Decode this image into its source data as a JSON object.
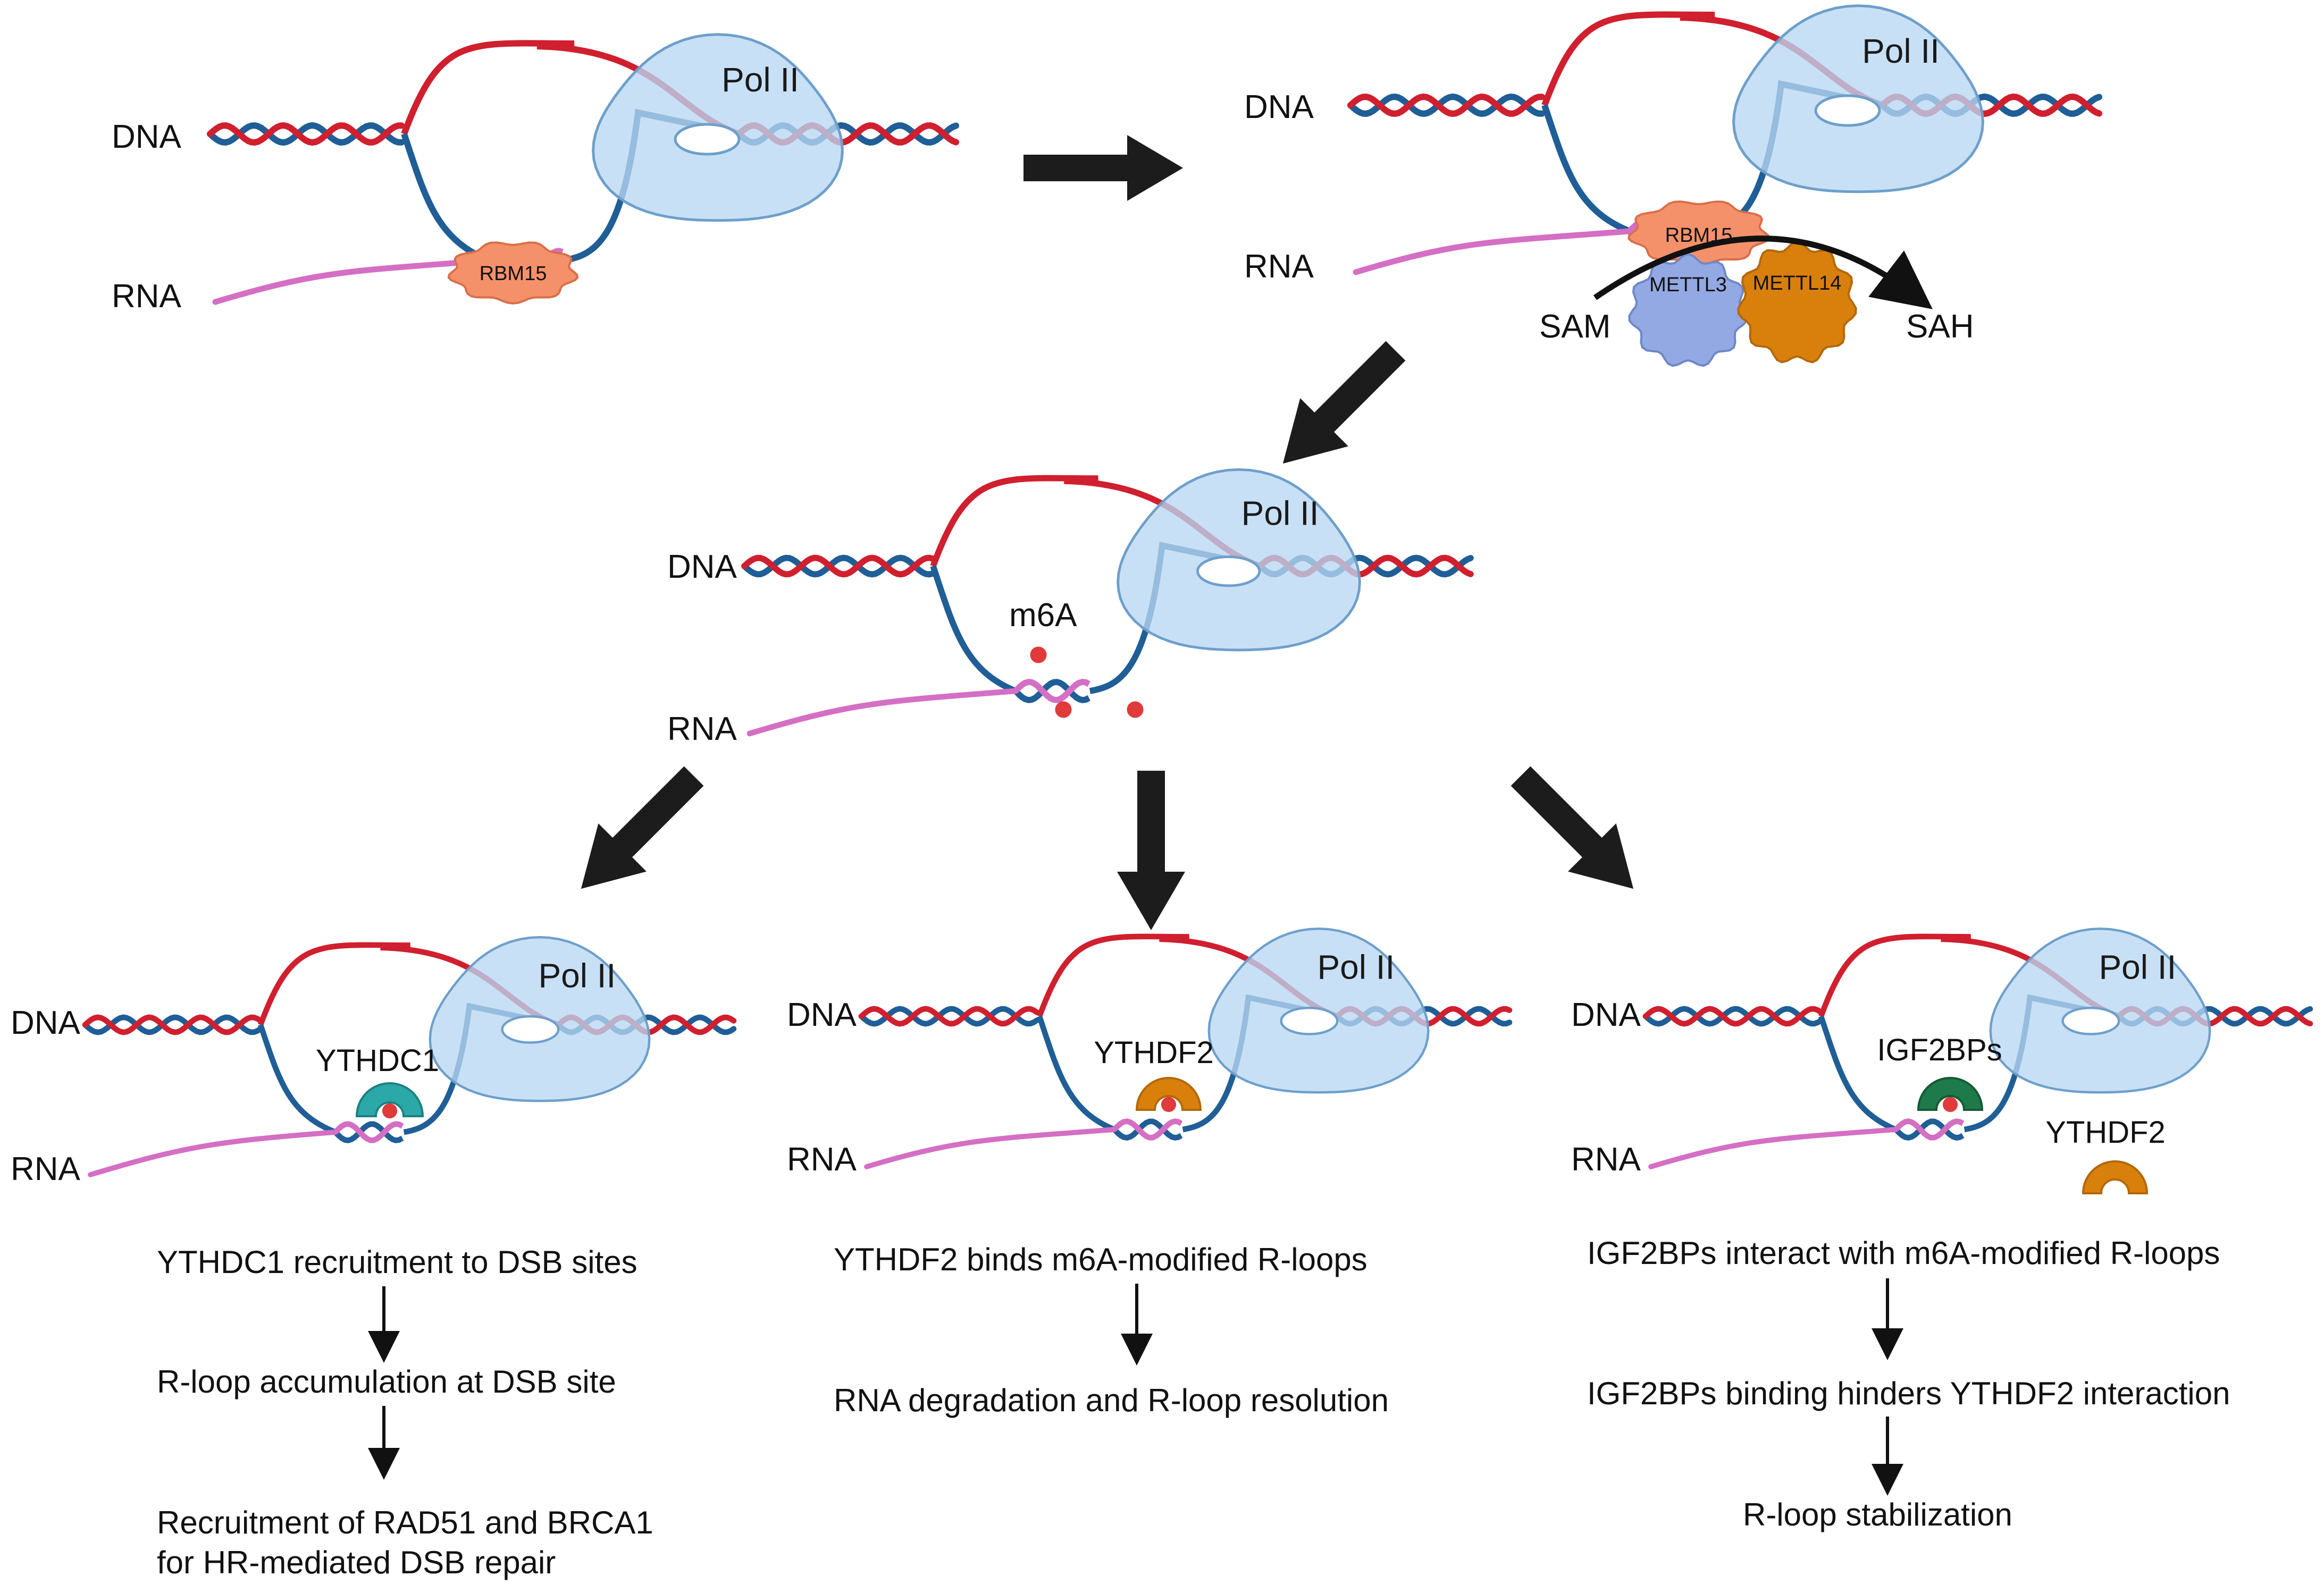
{
  "labels": {
    "dna": "DNA",
    "rna": "RNA",
    "pol": "Pol II",
    "m6a": "m6A",
    "sam": "SAM",
    "sah": "SAH"
  },
  "proteins": {
    "rbm15": "RBM15",
    "mettl3": "METTL3",
    "mettl14": "METTL14",
    "ythdc1": "YTHDC1",
    "ythdf2": "YTHDF2",
    "igf2bps": "IGF2BPs"
  },
  "pathways": {
    "ythdc1": {
      "step1": "YTHDC1 recruitment to DSB sites",
      "step2": "R-loop accumulation at DSB site",
      "step3_line1": "Recruitment of RAD51 and BRCA1",
      "step3_line2": "for HR-mediated DSB repair"
    },
    "ythdf2": {
      "step1": "YTHDF2 binds m6A-modified R-loops",
      "step2": "RNA degradation and R-loop resolution"
    },
    "igf2bps": {
      "step1": "IGF2BPs interact with m6A-modified R-loops",
      "step2": "IGF2BPs binding hinders YTHDF2 interaction",
      "step3": "R-loop stabilization"
    }
  },
  "colors": {
    "dna_template": "#d01f2e",
    "dna_coding": "#1f5e96",
    "rna": "#d46fc4",
    "pol_fill": "#b9d7f2",
    "pol_stroke": "#6e9fcb",
    "rbm15": "#f4916b",
    "mettl3": "#93a9e3",
    "mettl14": "#d9800c",
    "ythdc1": "#2ba8a8",
    "ythdf2": "#d9800c",
    "igf2bps": "#1e7a4a",
    "m6a_mark": "#e03a3a",
    "arrow": "#1c1c1c"
  }
}
